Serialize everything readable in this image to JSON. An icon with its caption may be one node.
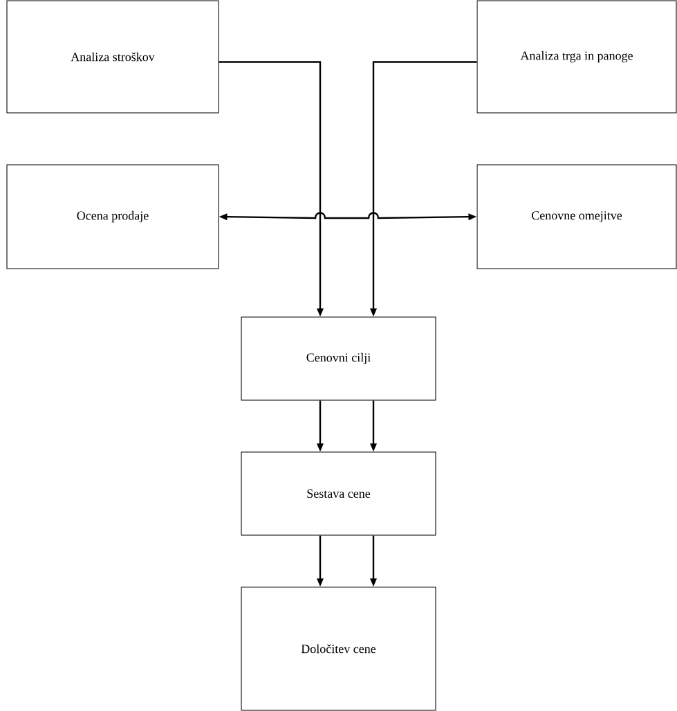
{
  "diagram": {
    "nodes": [
      {
        "text": [
          "Analiza stroškov"
        ]
      },
      {
        "text": [
          "Analiza trga in panoge"
        ]
      },
      {
        "text": [
          "Ocena prodaje"
        ]
      },
      {
        "text": [
          "Cenovne omejitve"
        ]
      },
      {
        "text": [
          "Cenovni cilji"
        ]
      },
      {
        "text": [
          "Sestava cene"
        ]
      },
      {
        "text": [
          "Določitev cene"
        ]
      }
    ],
    "edges": [
      {
        "from": 0,
        "to": 4,
        "arrow": "to"
      },
      {
        "from": 1,
        "to": 4,
        "arrow": "to"
      },
      {
        "from": 2,
        "to": 3,
        "arrow": "both"
      },
      {
        "from": 4,
        "to": 5,
        "arrow": "to"
      },
      {
        "from": 4,
        "to": 5,
        "arrow": "to"
      },
      {
        "from": 5,
        "to": 6,
        "arrow": "to"
      },
      {
        "from": 5,
        "to": 6,
        "arrow": "to"
      }
    ]
  }
}
